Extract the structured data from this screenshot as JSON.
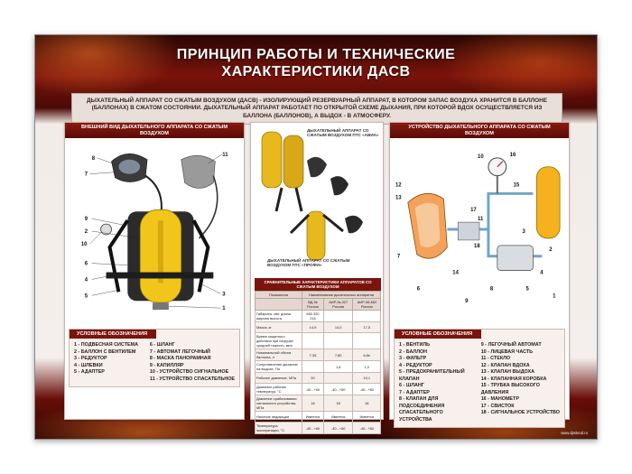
{
  "title": {
    "line1": "ПРИНЦИП РАБОТЫ И ТЕХНИЧЕСКИЕ",
    "line2": "ХАРАКТЕРИСТИКИ ДАСВ"
  },
  "intro": "ДЫХАТЕЛЬНЫЙ АППАРАТ СО СЖАТЫМ ВОЗДУХОМ (ДАСВ) - ИЗОЛИРУЮЩИЙ РЕЗЕРВУАРНЫЙ АППАРАТ, В КОТОРОМ ЗАПАС ВОЗДУХА ХРАНИТСЯ В БАЛЛОНЕ (БАЛЛОНАХ) В СЖАТОМ СОСТОЯНИИ. ДЫХАТЕЛЬНЫЙ АППАРАТ РАБОТАЕТ ПО ОТКРЫТОЙ СХЕМЕ ДЫХАНИЯ, ПРИ КОТОРОЙ ВДОХ ОСУЩЕСТВЛЯЕТСЯ ИЗ БАЛЛОНА (БАЛЛОНОВ), А ВЫДОХ - В АТМОСФЕРУ.",
  "left_panel": {
    "heading": "ВНЕШНИЙ ВИД ДЫХАТЕЛЬНОГО АППАРАТА СО СЖАТЫМ ВОЗДУХОМ",
    "callouts": [
      "8",
      "7",
      "9",
      "2",
      "10",
      "6",
      "4",
      "5",
      "3",
      "1",
      "11"
    ],
    "legend_title": "УСЛОВНЫЕ ОБОЗНАЧЕНИЯ",
    "legend_col1": [
      "1 - ПОДВЕСНАЯ СИСТЕМА",
      "2 - БАЛЛОН С ВЕНТИЛЕМ",
      "3 - РЕДУКТОР",
      "4 - ШЛЕВКИ",
      "5 - АДАПТЕР"
    ],
    "legend_col2": [
      "6 - ШЛАНГ",
      "7 - АВТОМАТ ЛЕГОЧНЫЙ",
      "8 - МАСКА ПАНОРАМНАЯ",
      "9 - КАПИЛЛЯР",
      "10 - УСТРОЙСТВО СИГНАЛЬНОЕ",
      "11 - УСТРОЙСТВО СПАСАТЕЛЬНОЕ"
    ]
  },
  "mid_panel": {
    "caption1": "ДЫХАТЕЛЬНЫЙ АППАРАТ СО СЖАТЫМ ВОЗДУХОМ ПТС «АВИА»",
    "caption2": "ДЫХАТЕЛЬНЫЙ АППАРАТ СО СЖАТЫМ ВОЗДУХОМ ПТС «ПРОФИ»",
    "table_title": "СРАВНИТЕЛЬНЫЕ ХАРАКТЕРИСТИКИ АППАРАТОВ СО СЖАТЫМ ВОЗДУХОМ",
    "table_header": [
      "Показатели",
      "Наименование дыхательных аппаратов"
    ],
    "table_subheader": [
      "",
      "ВД-9к Россия",
      "АИР-9к-327 Россия",
      "АИР-98-МИ Россия"
    ],
    "rows": [
      [
        "Габариты, мм: длина ширина высота",
        "650 320 215",
        "",
        ""
      ],
      [
        "Масса, кг",
        "14,9",
        "14,0",
        "17,5"
      ],
      [
        "Время защитного действия при нагрузке средней тяжести, мин",
        "",
        "",
        ""
      ],
      [
        "Номинальный объем баллона, л",
        "7,35",
        "7,80",
        "6,8е"
      ],
      [
        "Сопротивление дыханию на выдохе, Па",
        "",
        "1,8",
        "1,0"
      ],
      [
        "Рабочее давление, МПа",
        "30",
        "",
        "19,1"
      ],
      [
        "Диапазон рабочих температур, °С",
        "-40...+60",
        "-40...+60",
        "-40...+60"
      ],
      [
        "Давление срабатывания сигнального устройства, МПа",
        "16",
        "18",
        "18"
      ],
      [
        "Наличие индикации",
        "Имеется",
        "Имеется",
        "Имеется"
      ],
      [
        "Температура эксплуатации, °С",
        "-40...+60",
        "-40...+60",
        "-40...+60"
      ]
    ]
  },
  "right_panel": {
    "heading": "УСТРОЙСТВО ДЫХАТЕЛЬНОГО АППАРАТА СО СЖАТЫМ ВОЗДУХОМ",
    "callouts": [
      "10",
      "16",
      "12",
      "13",
      "15",
      "17",
      "11",
      "2",
      "7",
      "18",
      "3",
      "14",
      "4",
      "6",
      "8",
      "5",
      "9",
      "1"
    ],
    "legend_title": "УСЛОВНЫЕ ОБОЗНАЧЕНИЯ",
    "legend_col1": [
      "1 - ВЕНТИЛЬ",
      "2 - БАЛЛОН",
      "3 - ФИЛЬТР",
      "4 - РЕДУКТОР",
      "5 - ПРЕДОХРАНИТЕЛЬНЫЙ КЛАПАН",
      "6 - ШЛАНГ",
      "7 - АДАПТЕР",
      "8 - КЛАПАН ДЛЯ ПОДСОЕДИНЕНИЯ СПАСАТЕЛЬНОГО УСТРОЙСТВА"
    ],
    "legend_col2": [
      "9 - ЛЕГОЧНЫЙ АВТОМАТ",
      "10 - ЛИЦЕВАЯ ЧАСТЬ",
      "11 - СТЕКЛО",
      "12 - КЛАПАН ВДОХА",
      "13 - КЛАПАН ВЫДОХА",
      "14 - КЛАПАННАЯ КОРОБКА",
      "15 - ТРУБКА ВЫСОКОГО ДАВЛЕНИЯ",
      "16 - МАНОМЕТР",
      "17 - СВИСТОК",
      "18 - СИГНАЛЬНОЕ УСТРОЙСТВО"
    ]
  },
  "footer": "www.dpstend.ru"
}
